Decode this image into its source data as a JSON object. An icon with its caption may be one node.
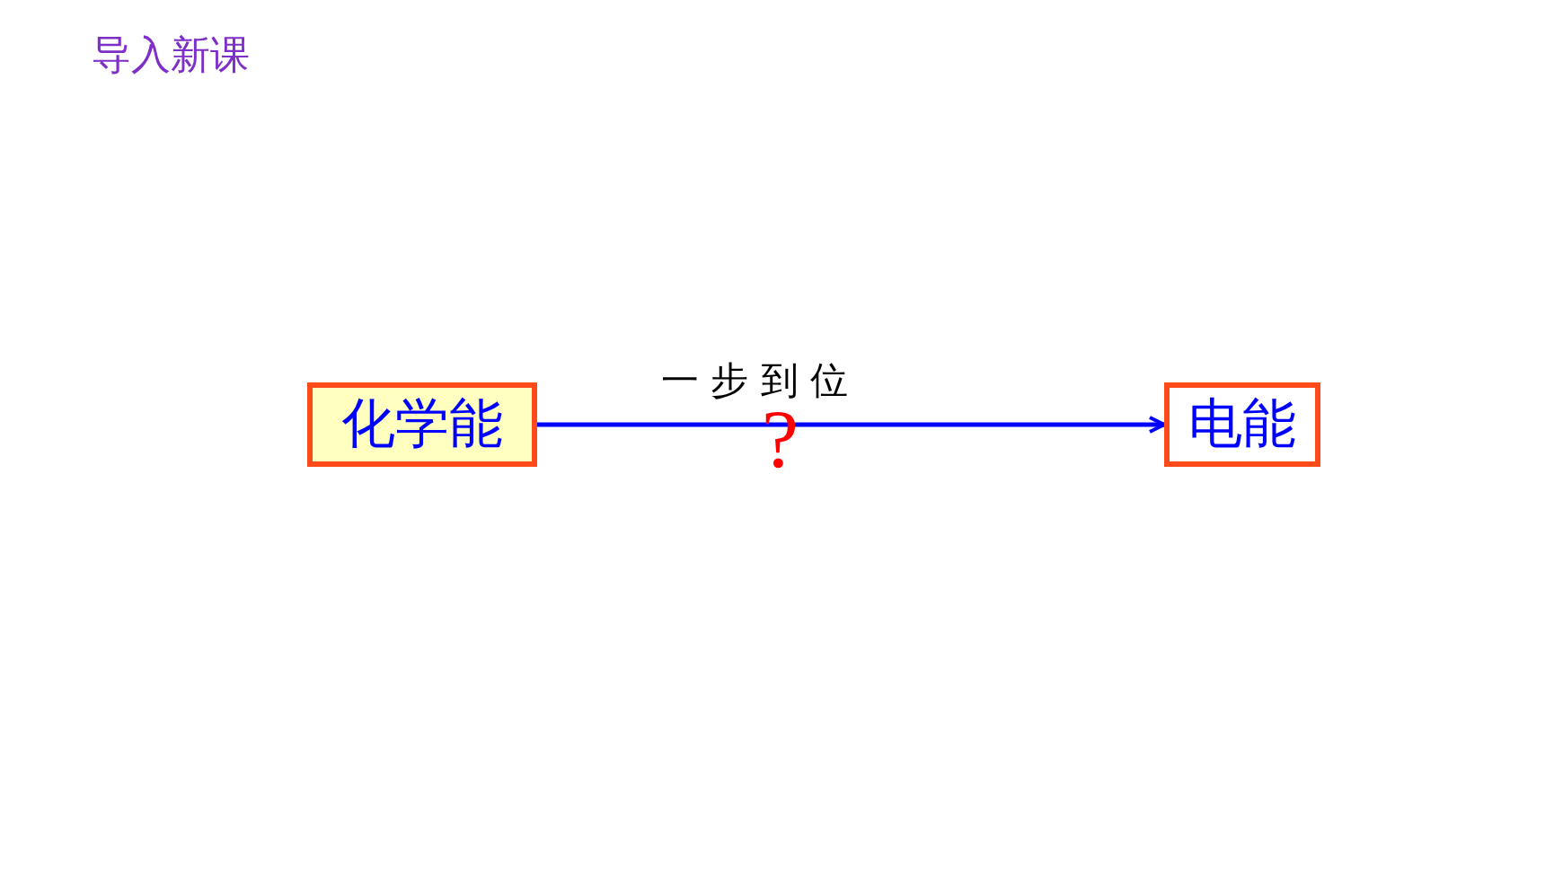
{
  "diagram": {
    "title": "导入新课",
    "nodes": [
      {
        "text": [
          "化学能"
        ]
      },
      {
        "text": [
          "电能"
        ]
      }
    ],
    "edges": [
      {
        "from": 0,
        "to": 1,
        "arrow": "to",
        "label": "一 步 到 位"
      }
    ],
    "labels": [
      "?"
    ]
  }
}
